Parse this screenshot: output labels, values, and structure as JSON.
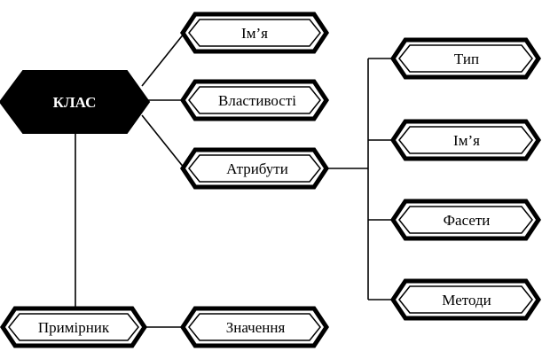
{
  "diagram": {
    "root": "КЛАС",
    "class_children": [
      "Ім’я",
      "Властивості",
      "Атрибути"
    ],
    "attribute_children": [
      "Тип",
      "Ім’я",
      "Фасети",
      "Методи"
    ],
    "instance": "Примірник",
    "instance_value": "Значення"
  },
  "colors": {
    "root_fill": "#000000",
    "node_fill": "#ffffff",
    "node_border": "#000000",
    "line": "#000000"
  }
}
